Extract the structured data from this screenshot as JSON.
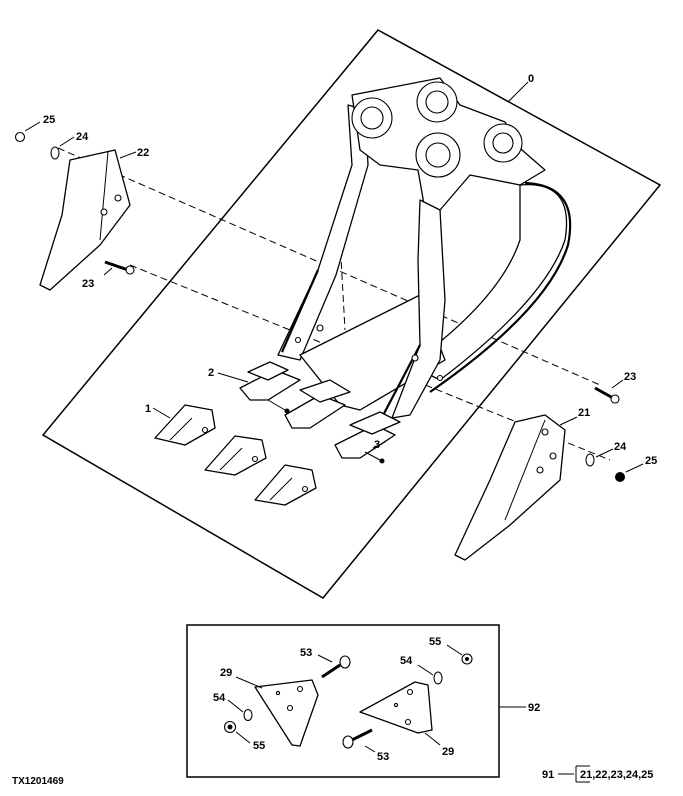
{
  "callouts": {
    "c0": "0",
    "c1": "1",
    "c2": "2",
    "c3": "3",
    "c21": "21",
    "c22": "22",
    "c23_left": "23",
    "c23_right": "23",
    "c24_left": "24",
    "c24_right": "24",
    "c25_left": "25",
    "c25_right": "25",
    "c29_left": "29",
    "c29_right": "29",
    "c53_top": "53",
    "c53_bottom": "53",
    "c54_left": "54",
    "c54_right": "54",
    "c55_left": "55",
    "c55_right": "55",
    "c92": "92"
  },
  "footer": {
    "figure_id": "TX1201469",
    "ref_91": "91",
    "ref_list": "21,22,23,24,25"
  }
}
